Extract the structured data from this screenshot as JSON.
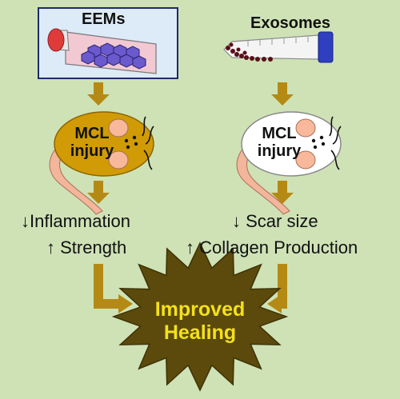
{
  "left": {
    "title": "EEMs",
    "mouse_label_line1": "MCL",
    "mouse_label_line2": "injury",
    "outcome_line1": "↓Inflammation",
    "outcome_line2": "↑ Strength"
  },
  "right": {
    "title": "Exosomes",
    "mouse_label_line1": "MCL",
    "mouse_label_line2": "injury",
    "outcome_line1": "↓ Scar size",
    "outcome_line2": "↑ Collagen Production"
  },
  "result": {
    "line1": "Improved",
    "line2": "Healing"
  },
  "colors": {
    "background": "#cfe2b6",
    "arrow": "#b58a14",
    "star": "#5b4a0c",
    "healing_text": "#f4e11a",
    "left_mouse": "#d19b05",
    "right_mouse": "#ffffff",
    "cells": "#6a5acd",
    "flask_box": "#ddeaf8",
    "cap_red": "#e03b3b",
    "cap_blue": "#2f3fc0"
  }
}
